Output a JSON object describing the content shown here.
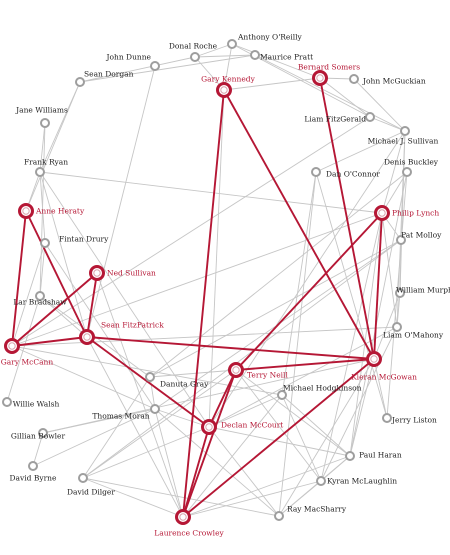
{
  "colors": {
    "highlight": "#b51735",
    "edge": "#c6c6c6",
    "node": "#9e9e9e",
    "label": "#222222"
  },
  "nodes": [
    {
      "id": "anthony_oreilly",
      "label": "Anthony O'Reilly",
      "highlight": false
    },
    {
      "id": "john_dunne",
      "label": "John Dunne",
      "highlight": false
    },
    {
      "id": "donal_roche",
      "label": "Donal Roche",
      "highlight": false
    },
    {
      "id": "maurice_pratt",
      "label": "Maurice Pratt",
      "highlight": false
    },
    {
      "id": "sean_dorgan",
      "label": "Sean Dorgan",
      "highlight": false
    },
    {
      "id": "gary_kennedy",
      "label": "Gary Kennedy",
      "highlight": true
    },
    {
      "id": "bernard_somers",
      "label": "Bernard Somers",
      "highlight": true
    },
    {
      "id": "john_mcguckian",
      "label": "John McGuckian",
      "highlight": false
    },
    {
      "id": "jane_williams",
      "label": "Jane Williams",
      "highlight": false
    },
    {
      "id": "liam_fitzgerald",
      "label": "Liam FitzGerald",
      "highlight": false
    },
    {
      "id": "michael_j_sullivan",
      "label": "Michael J. Sullivan",
      "highlight": false
    },
    {
      "id": "frank_ryan",
      "label": "Frank Ryan",
      "highlight": false
    },
    {
      "id": "dan_oconnor",
      "label": "Dan O'Connor",
      "highlight": false
    },
    {
      "id": "denis_buckley",
      "label": "Denis Buckley",
      "highlight": false
    },
    {
      "id": "anne_heraty",
      "label": "Anne Heraty",
      "highlight": true
    },
    {
      "id": "philip_lynch",
      "label": "Philip Lynch",
      "highlight": true
    },
    {
      "id": "fintan_drury",
      "label": "Fintan Drury",
      "highlight": false
    },
    {
      "id": "pat_molloy",
      "label": "Pat Molloy",
      "highlight": false
    },
    {
      "id": "ned_sullivan",
      "label": "Ned Sullivan",
      "highlight": true
    },
    {
      "id": "lar_bradshaw",
      "label": "Lar Bradshaw",
      "highlight": false
    },
    {
      "id": "william_murphy",
      "label": "William Murphy",
      "highlight": false
    },
    {
      "id": "sean_fitzpatrick",
      "label": "Sean FitzPatrick",
      "highlight": true
    },
    {
      "id": "liam_omahony",
      "label": "Liam O'Mahony",
      "highlight": false
    },
    {
      "id": "gary_mccann",
      "label": "Gary McCann",
      "highlight": true
    },
    {
      "id": "kieran_mcgowan",
      "label": "Kieran McGowan",
      "highlight": true
    },
    {
      "id": "terry_neill",
      "label": "Terry Neill",
      "highlight": true
    },
    {
      "id": "danuta_gray",
      "label": "Danuta Gray",
      "highlight": false
    },
    {
      "id": "michael_hodgkinson",
      "label": "Michael Hodgkinson",
      "highlight": false
    },
    {
      "id": "willie_walsh",
      "label": "Willie Walsh",
      "highlight": false
    },
    {
      "id": "thomas_moran",
      "label": "Thomas Moran",
      "highlight": false
    },
    {
      "id": "declan_mccourt",
      "label": "Declan McCourt",
      "highlight": true
    },
    {
      "id": "jerry_liston",
      "label": "Jerry Liston",
      "highlight": false
    },
    {
      "id": "gillian_bowler",
      "label": "Gillian Bowler",
      "highlight": false
    },
    {
      "id": "paul_haran",
      "label": "Paul Haran",
      "highlight": false
    },
    {
      "id": "kyran_mclaughlin",
      "label": "Kyran McLaughlin",
      "highlight": false
    },
    {
      "id": "david_byrne",
      "label": "David Byrne",
      "highlight": false
    },
    {
      "id": "david_dilger",
      "label": "David Dilger",
      "highlight": false
    },
    {
      "id": "ray_macsharry",
      "label": "Ray MacSharry",
      "highlight": false
    },
    {
      "id": "laurence_crowley",
      "label": "Laurence Crowley",
      "highlight": true
    }
  ],
  "edges": [
    [
      "anne_heraty",
      "gary_mccann",
      true
    ],
    [
      "anne_heraty",
      "sean_fitzpatrick",
      true
    ],
    [
      "gary_mccann",
      "ned_sullivan",
      true
    ],
    [
      "gary_mccann",
      "sean_fitzpatrick",
      true
    ],
    [
      "ned_sullivan",
      "sean_fitzpatrick",
      true
    ],
    [
      "sean_fitzpatrick",
      "kieran_mcgowan",
      true
    ],
    [
      "sean_fitzpatrick",
      "declan_mccourt",
      true
    ],
    [
      "gary_kennedy",
      "kieran_mcgowan",
      true
    ],
    [
      "gary_kennedy",
      "laurence_crowley",
      true
    ],
    [
      "bernard_somers",
      "kieran_mcgowan",
      true
    ],
    [
      "philip_lynch",
      "kieran_mcgowan",
      true
    ],
    [
      "philip_lynch",
      "terry_neill",
      true
    ],
    [
      "kieran_mcgowan",
      "terry_neill",
      true
    ],
    [
      "kieran_mcgowan",
      "laurence_crowley",
      true
    ],
    [
      "terry_neill",
      "declan_mccourt",
      true
    ],
    [
      "terry_neill",
      "laurence_crowley",
      true
    ],
    [
      "declan_mccourt",
      "laurence_crowley",
      true
    ],
    [
      "john_dunne",
      "sean_fitzpatrick",
      false
    ],
    [
      "donal_roche",
      "gary_kennedy",
      false
    ],
    [
      "donal_roche",
      "anthony_oreilly",
      false
    ],
    [
      "donal_roche",
      "maurice_pratt",
      false
    ],
    [
      "donal_roche",
      "sean_dorgan",
      false
    ],
    [
      "anthony_oreilly",
      "liam_fitzgerald",
      false
    ],
    [
      "anthony_oreilly",
      "gary_kennedy",
      false
    ],
    [
      "maurice_pratt",
      "michael_j_sullivan",
      false
    ],
    [
      "maurice_pratt",
      "sean_dorgan",
      false
    ],
    [
      "bernard_somers",
      "john_mcguckian",
      false
    ],
    [
      "bernard_somers",
      "liam_fitzgerald",
      false
    ],
    [
      "bernard_somers",
      "gary_kennedy",
      false
    ],
    [
      "bernard_somers",
      "anthony_oreilly",
      false
    ],
    [
      "john_mcguckian",
      "michael_j_sullivan",
      false
    ],
    [
      "sean_dorgan",
      "frank_ryan",
      false
    ],
    [
      "sean_dorgan",
      "anne_heraty",
      false
    ],
    [
      "jane_williams",
      "frank_ryan",
      false
    ],
    [
      "jane_williams",
      "lar_bradshaw",
      false
    ],
    [
      "frank_ryan",
      "anne_heraty",
      false
    ],
    [
      "frank_ryan",
      "fintan_drury",
      false
    ],
    [
      "frank_ryan",
      "philip_lynch",
      false
    ],
    [
      "frank_ryan",
      "declan_mccourt",
      false
    ],
    [
      "frank_ryan",
      "sean_fitzpatrick",
      false
    ],
    [
      "liam_fitzgerald",
      "michael_j_sullivan",
      false
    ],
    [
      "liam_fitzgerald",
      "gary_mccann",
      false
    ],
    [
      "michael_j_sullivan",
      "dan_oconnor",
      false
    ],
    [
      "michael_j_sullivan",
      "philip_lynch",
      false
    ],
    [
      "michael_j_sullivan",
      "liam_omahony",
      false
    ],
    [
      "michael_j_sullivan",
      "william_murphy",
      false
    ],
    [
      "michael_j_sullivan",
      "declan_mccourt",
      false
    ],
    [
      "dan_oconnor",
      "michael_hodgkinson",
      false
    ],
    [
      "dan_oconnor",
      "jerry_liston",
      false
    ],
    [
      "dan_oconnor",
      "ray_macsharry",
      false
    ],
    [
      "denis_buckley",
      "philip_lynch",
      false
    ],
    [
      "denis_buckley",
      "danuta_gray",
      false
    ],
    [
      "denis_buckley",
      "jerry_liston",
      false
    ],
    [
      "denis_buckley",
      "paul_haran",
      false
    ],
    [
      "philip_lynch",
      "gary_mccann",
      false
    ],
    [
      "philip_lynch",
      "liam_omahony",
      false
    ],
    [
      "philip_lynch",
      "pat_molloy",
      false
    ],
    [
      "philip_lynch",
      "paul_haran",
      false
    ],
    [
      "philip_lynch",
      "kyran_mclaughlin",
      false
    ],
    [
      "pat_molloy",
      "william_murphy",
      false
    ],
    [
      "pat_molloy",
      "danuta_gray",
      false
    ],
    [
      "pat_molloy",
      "thomas_moran",
      false
    ],
    [
      "pat_molloy",
      "david_dilger",
      false
    ],
    [
      "fintan_drury",
      "lar_bradshaw",
      false
    ],
    [
      "fintan_drury",
      "gary_mccann",
      false
    ],
    [
      "fintan_drury",
      "thomas_moran",
      false
    ],
    [
      "lar_bradshaw",
      "sean_fitzpatrick",
      false
    ],
    [
      "lar_bradshaw",
      "willie_walsh",
      false
    ],
    [
      "lar_bradshaw",
      "danuta_gray",
      false
    ],
    [
      "ned_sullivan",
      "laurence_crowley",
      false
    ],
    [
      "william_murphy",
      "liam_omahony",
      false
    ],
    [
      "william_murphy",
      "kieran_mcgowan",
      false
    ],
    [
      "liam_omahony",
      "gary_mccann",
      false
    ],
    [
      "liam_omahony",
      "declan_mccourt",
      false
    ],
    [
      "liam_omahony",
      "kyran_mclaughlin",
      false
    ],
    [
      "gary_mccann",
      "michael_hodgkinson",
      false
    ],
    [
      "gary_mccann",
      "thomas_moran",
      false
    ],
    [
      "kieran_mcgowan",
      "gillian_bowler",
      false
    ],
    [
      "kieran_mcgowan",
      "jerry_liston",
      false
    ],
    [
      "kieran_mcgowan",
      "paul_haran",
      false
    ],
    [
      "kieran_mcgowan",
      "ray_macsharry",
      false
    ],
    [
      "terry_neill",
      "danuta_gray",
      false
    ],
    [
      "terry_neill",
      "david_dilger",
      false
    ],
    [
      "terry_neill",
      "paul_haran",
      false
    ],
    [
      "terry_neill",
      "kyran_mclaughlin",
      false
    ],
    [
      "danuta_gray",
      "thomas_moran",
      false
    ],
    [
      "danuta_gray",
      "david_dilger",
      false
    ],
    [
      "michael_hodgkinson",
      "declan_mccourt",
      false
    ],
    [
      "michael_hodgkinson",
      "paul_haran",
      false
    ],
    [
      "michael_hodgkinson",
      "kyran_mclaughlin",
      false
    ],
    [
      "michael_hodgkinson",
      "laurence_crowley",
      false
    ],
    [
      "thomas_moran",
      "gillian_bowler",
      false
    ],
    [
      "thomas_moran",
      "david_byrne",
      false
    ],
    [
      "thomas_moran",
      "declan_mccourt",
      false
    ],
    [
      "thomas_moran",
      "ray_macsharry",
      false
    ],
    [
      "thomas_moran",
      "laurence_crowley",
      false
    ],
    [
      "declan_mccourt",
      "paul_haran",
      false
    ],
    [
      "declan_mccourt",
      "ray_macsharry",
      false
    ],
    [
      "declan_mccourt",
      "david_dilger",
      false
    ],
    [
      "paul_haran",
      "kyran_mclaughlin",
      false
    ],
    [
      "paul_haran",
      "ray_macsharry",
      false
    ],
    [
      "paul_haran",
      "laurence_crowley",
      false
    ],
    [
      "kyran_mclaughlin",
      "ray_macsharry",
      false
    ],
    [
      "kyran_mclaughlin",
      "laurence_crowley",
      false
    ],
    [
      "david_dilger",
      "ray_macsharry",
      false
    ],
    [
      "david_dilger",
      "laurence_crowley",
      false
    ],
    [
      "david_byrne",
      "gillian_bowler",
      false
    ],
    [
      "sean_fitzpatrick",
      "laurence_crowley",
      false
    ],
    [
      "gary_kennedy",
      "declan_mccourt",
      false
    ]
  ]
}
